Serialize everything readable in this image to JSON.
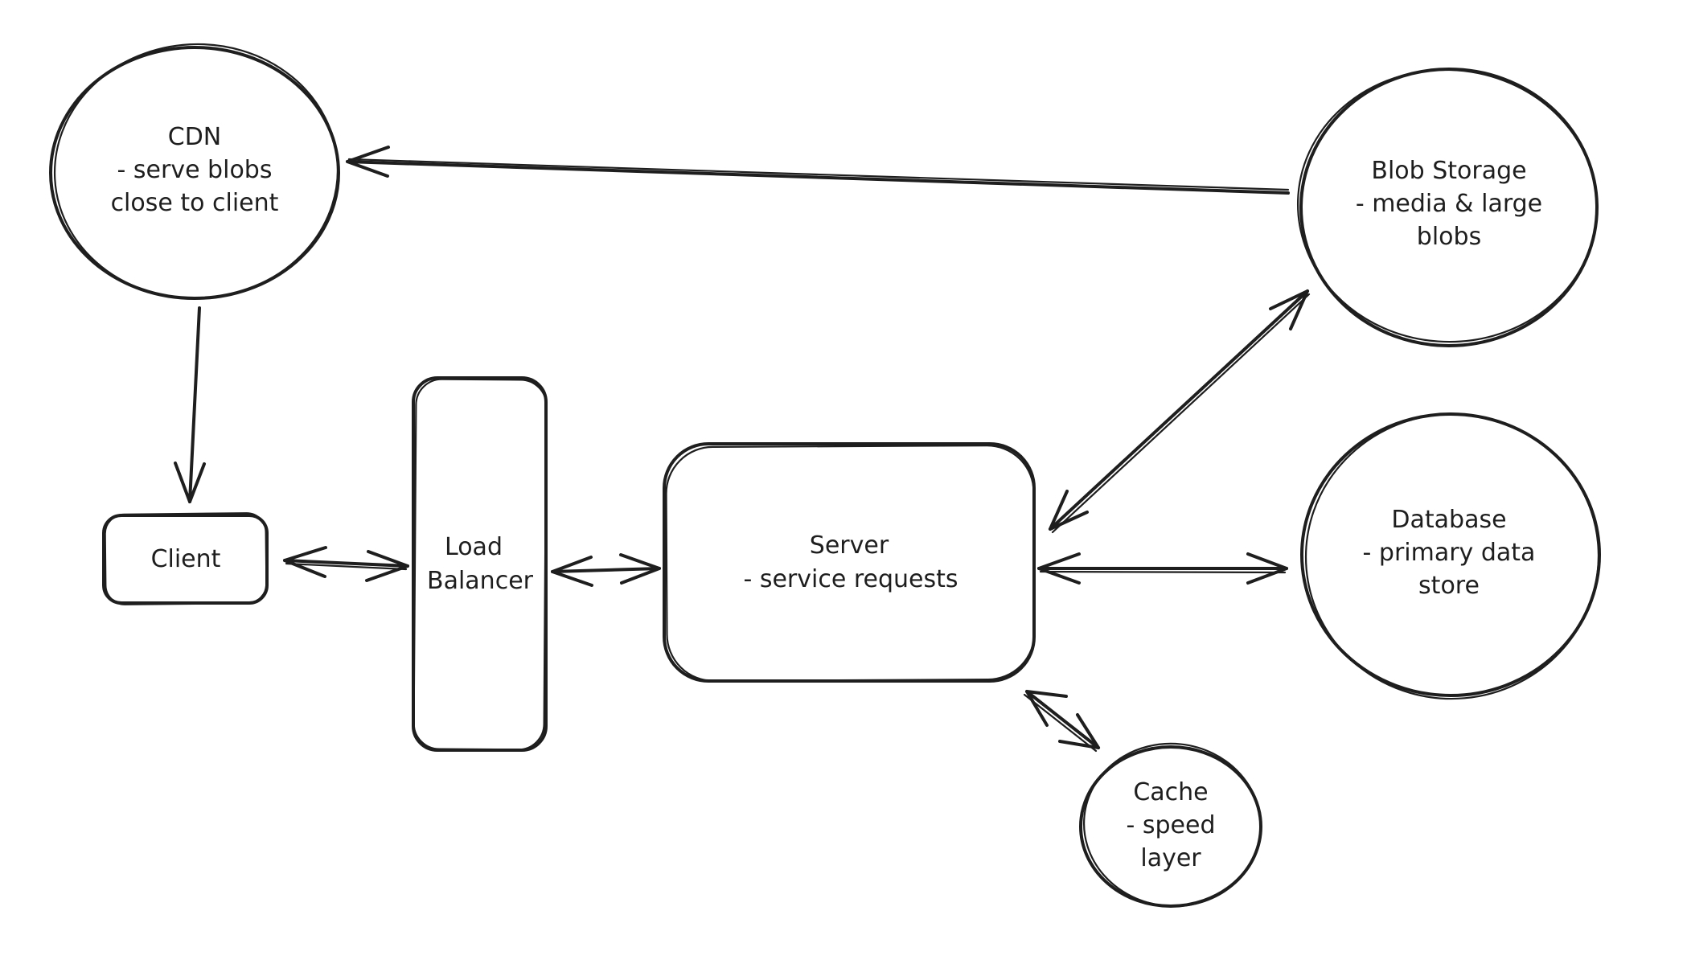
{
  "diagram": {
    "nodes": {
      "cdn": {
        "shape": "circle",
        "lines": [
          "CDN",
          "- serve blobs",
          "close to client"
        ]
      },
      "blob_storage": {
        "shape": "circle",
        "lines": [
          "Blob Storage",
          "- media & large",
          "blobs"
        ]
      },
      "client": {
        "shape": "rounded-rectangle",
        "lines": [
          "Client"
        ]
      },
      "load_balancer": {
        "shape": "rounded-rectangle",
        "lines": [
          "Load",
          "Balancer"
        ]
      },
      "server": {
        "shape": "rounded-rectangle",
        "lines": [
          "Server",
          "- service requests"
        ]
      },
      "database": {
        "shape": "circle",
        "lines": [
          "Database",
          "- primary data",
          "store"
        ]
      },
      "cache": {
        "shape": "circle",
        "lines": [
          "Cache",
          "- speed",
          "layer"
        ]
      }
    },
    "edges": [
      {
        "from": "blob_storage",
        "to": "cdn",
        "direction": "one-way"
      },
      {
        "from": "cdn",
        "to": "client",
        "direction": "one-way"
      },
      {
        "from": "client",
        "to": "load_balancer",
        "direction": "two-way"
      },
      {
        "from": "load_balancer",
        "to": "server",
        "direction": "two-way"
      },
      {
        "from": "server",
        "to": "blob_storage",
        "direction": "two-way"
      },
      {
        "from": "server",
        "to": "database",
        "direction": "two-way"
      },
      {
        "from": "server",
        "to": "cache",
        "direction": "two-way"
      }
    ],
    "colors": {
      "stroke": "#1e1e1e",
      "background": "#ffffff"
    }
  }
}
